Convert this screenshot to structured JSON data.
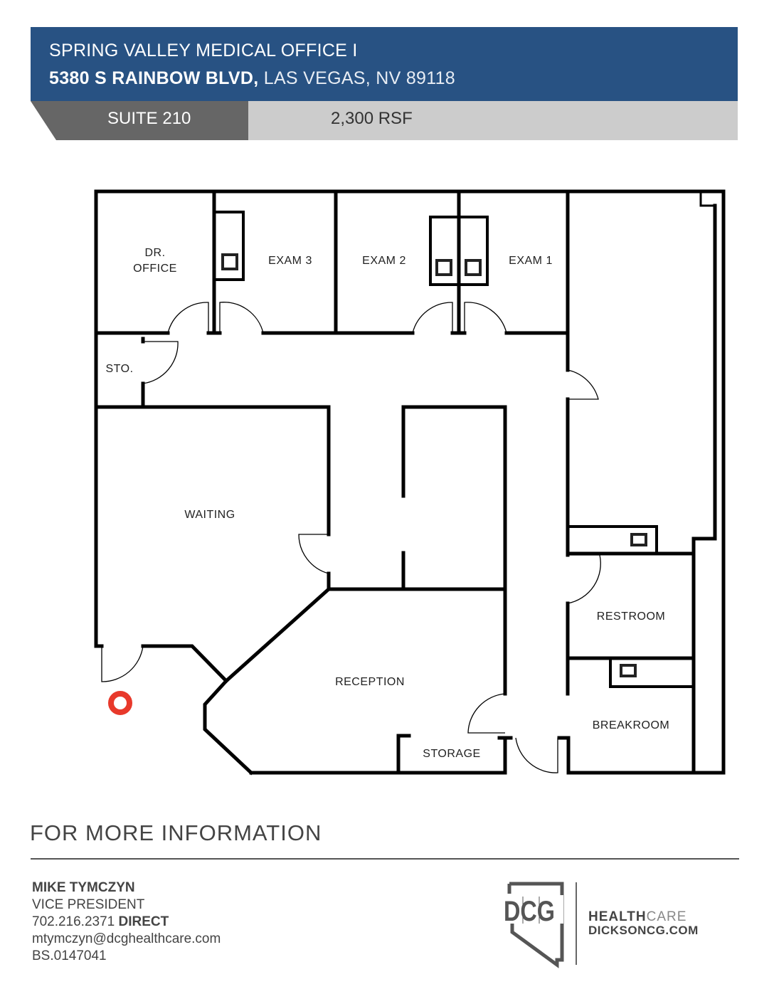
{
  "header": {
    "title": "SPRING VALLEY MEDICAL OFFICE I",
    "street": "5380 S RAINBOW BLVD,",
    "city": "LAS VEGAS, NV 89118",
    "suite": "SUITE 210",
    "rsf": "2,300 RSF",
    "colors": {
      "brand_blue": "#285283",
      "suite_gray": "#666666",
      "rsf_gray": "#cccccc"
    }
  },
  "floor_plan": {
    "rooms": [
      {
        "id": "dr-office",
        "label_line1": "DR.",
        "label_line2": "OFFICE"
      },
      {
        "id": "exam-3",
        "label": "EXAM 3"
      },
      {
        "id": "exam-2",
        "label": "EXAM 2"
      },
      {
        "id": "exam-1",
        "label": "EXAM 1"
      },
      {
        "id": "storage-small",
        "label": "STO."
      },
      {
        "id": "waiting",
        "label": "WAITING"
      },
      {
        "id": "reception",
        "label": "RECEPTION"
      },
      {
        "id": "storage",
        "label": "STORAGE"
      },
      {
        "id": "restroom",
        "label": "RESTROOM"
      },
      {
        "id": "breakroom",
        "label": "BREAKROOM"
      }
    ],
    "entrance_marker_color": "#e8392b"
  },
  "info": {
    "title": "FOR MORE INFORMATION",
    "contact": {
      "name": "MIKE TYMCZYN",
      "role": "VICE PRESIDENT",
      "phone": "702.216.2371",
      "phone_label": "DIRECT",
      "email": "mtymczyn@dcghealthcare.com",
      "license": "BS.0147041"
    }
  },
  "logo": {
    "mark": "DCG",
    "health_bold": "HEALTH",
    "health_light": "CARE",
    "url": "DICKSONCG.COM"
  }
}
